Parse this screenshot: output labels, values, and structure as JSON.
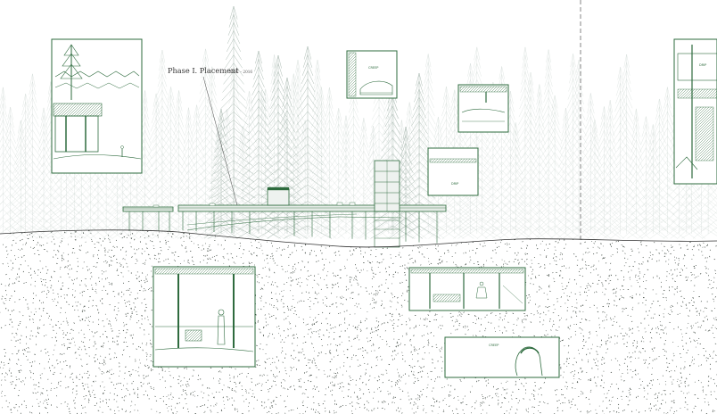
{
  "annotation": {
    "title": "Phase I. Placement",
    "dates": "2007 – 2016"
  },
  "panel_captions": {
    "tower_panel": "",
    "cliff_panel": "CREEP",
    "field_panel": "",
    "waterfall_panel": "DRIP",
    "creek_panel": "DRIP",
    "watcher_panel": "",
    "courtyard_panel": "",
    "head_panel": "CREEP"
  },
  "colors": {
    "ink": "#2e6b3e",
    "tree": "#c9d3ce",
    "soil": "#1f2a22",
    "background": "#ffffff"
  },
  "icons": {
    "tree": "conifer-icon",
    "figure": "person-icon"
  }
}
